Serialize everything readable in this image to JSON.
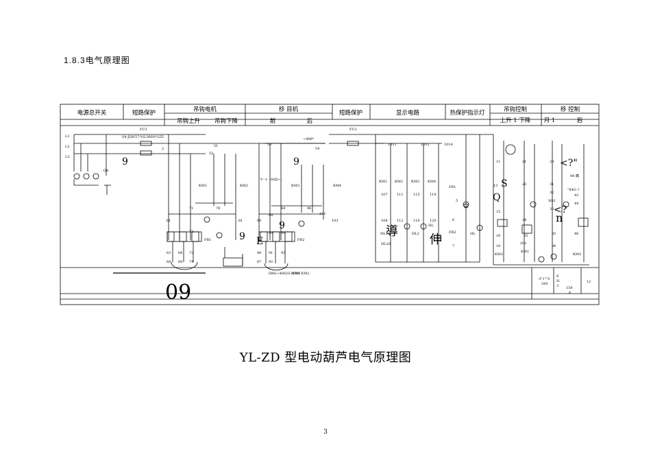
{
  "section_title": "1.8.3电气原理图",
  "header": {
    "power_switch": "电源总开关",
    "short_circuit_1": "短路保护",
    "hoist_motor": "吊钩电机",
    "hoist_up": "吊钩上升",
    "hoist_down": "吊钩下降",
    "travel_motor": "移    目机",
    "travel_forward": "前",
    "travel_back": "后",
    "short_circuit_2": "短路保护",
    "display_circuit": "显示电路",
    "thermal_indicator": "热保护指示灯",
    "hoist_control": "吊钩控制",
    "hoist_control_up_down": "上升 1 下降",
    "travel_control": "移  控制",
    "travel_control_sub": "月 1",
    "travel_control_back": "后"
  },
  "labels": {
    "L1": "L1",
    "L2": "L2",
    "L3": "L3",
    "QS": "QS",
    "FU1": "FU1",
    "FU2": "FU2",
    "wire_garble_1": "S4-JLW.57-ViL360S*1ZZ.",
    "wire_garble_2": "V··1··-Si0J~··",
    "wire_garble_3": "~406*",
    "n2": "2",
    "n51": "51",
    "n52": "52",
    "n53": "53",
    "n54": "54",
    "KM1": "KM1",
    "KM2": "KM2",
    "KM3": "KM3",
    "KM4": "KM4",
    "n71": "71",
    "n78": "78",
    "n81": "81",
    "n61": "61",
    "n63": "63",
    "n64": "64",
    "n68": "68",
    "n69": "69",
    "n72": "72",
    "n73": "73",
    "n74": "74",
    "FR1": "FR1",
    "FR2": "FR2",
    "n84": "84",
    "n96": "96",
    "n101": "101",
    "n103": "103",
    "n86": "86",
    "n87": "87",
    "n91": "91",
    "n92": "92",
    "n93": "93",
    "n85": "85",
    "n88": "88",
    "n89": "89",
    "n99": "99",
    "m3_label": "DRS~4002S1Y9W",
    "km_pair": "KM1 KM2",
    "n1011": "1011",
    "n1012": "1012",
    "n1014": "1014",
    "n107": "107",
    "n111": "111",
    "n115": "115",
    "n119": "119",
    "n108": "108",
    "n112": "112",
    "n116": "116",
    "n120": "120",
    "HL1": "HL1",
    "HL20": "HL20",
    "HL3": "HL3",
    "HL": "HL",
    "HL2": "HL2",
    "n5": "5",
    "n6": "6",
    "n7": "7",
    "FR1b": "FR1",
    "FR2b": "FR2",
    "HLb": "HL",
    "n11": "11",
    "n13": "13",
    "n15": "15",
    "n16": "16",
    "n18": "18",
    "n21": "21",
    "n23": "23",
    "n24": "24",
    "n25": "25",
    "n201": "201",
    "n29": "29",
    "n31": "31",
    "n32": "32",
    "n33": "33",
    "n35": "35",
    "n36": "36",
    "n43": "43",
    "n44": "44",
    "n46": "46",
    "SQ2": "SQ2",
    "n94": "94 典",
    "garble_x": "\"X4G ?",
    "KM2b": "KM2",
    "KM3b": "KM3",
    "KM1b": "KM1",
    "KM4b": "KM4",
    "title_a": "3\"1\"\"5",
    "title_b": "345",
    "title_c": "E",
    "title_d": "H",
    "title_e": "3",
    "title_f": "158",
    "title_g": "6",
    "title_h": "12"
  },
  "overlays": {
    "nine_1": "9",
    "nine_2": "9",
    "nine_3": "9",
    "nine_4": "9",
    "e_mark": "E",
    "big_09": "09",
    "dao": "導",
    "shen": "伸",
    "s_mark": "S",
    "q_mark": "Q",
    "qmark_1": "<?\"",
    "qmark_2": "<?",
    "n_mark": "n"
  },
  "caption": "YL-ZD 型电动葫芦电气原理图",
  "page_number": "3"
}
